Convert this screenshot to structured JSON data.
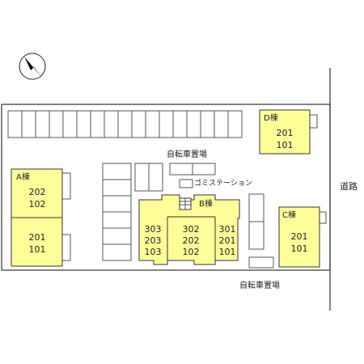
{
  "buildings": {
    "a": {
      "name": "A棟",
      "upper_rooms": [
        "202",
        "102"
      ],
      "lower_rooms": [
        "201",
        "101"
      ]
    },
    "b": {
      "name": "B棟",
      "col_left": [
        "303",
        "203",
        "103"
      ],
      "col_mid": [
        "302",
        "202",
        "102"
      ],
      "col_right": [
        "301",
        "201",
        "101"
      ]
    },
    "c": {
      "name": "C棟",
      "rooms": [
        "201",
        "101"
      ]
    },
    "d": {
      "name": "D棟",
      "rooms": [
        "201",
        "101"
      ]
    }
  },
  "labels": {
    "bicycle_parking_top": "自転車置場",
    "bicycle_parking_bottom": "自転車置場",
    "garbage_station": "ゴミステーション",
    "road": "道路"
  },
  "icons": {
    "compass": "north-arrow-icon",
    "stairs": "stairs-icon"
  },
  "colors": {
    "building_fill": "#ffff99",
    "outline": "#333333"
  }
}
